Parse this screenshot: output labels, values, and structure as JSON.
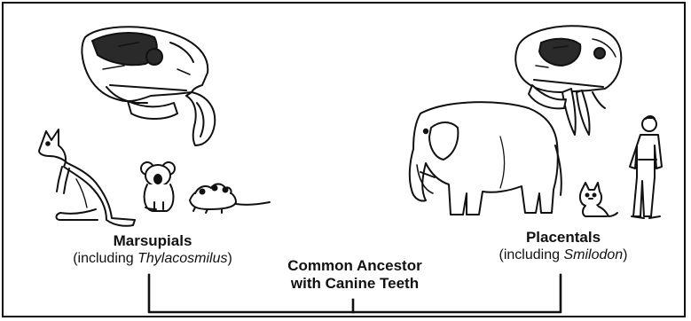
{
  "marsupials": {
    "title": "Marsupials",
    "sub_prefix": "(including ",
    "sub_taxon": "Thylacosmilus",
    "sub_suffix": ")"
  },
  "placentals": {
    "title": "Placentals",
    "sub_prefix": "(including ",
    "sub_taxon": "Smilodon",
    "sub_suffix": ")"
  },
  "ancestor": {
    "line1": "Common Ancestor",
    "line2": "with Canine Teeth"
  },
  "colors": {
    "ink": "#111111",
    "paper": "#ffffff",
    "shade": "#2a2a2a"
  },
  "icons": [
    "thylacosmilus-skull-icon",
    "kangaroo-icon",
    "koala-icon",
    "opossum-icon",
    "smilodon-skull-icon",
    "elephant-icon",
    "cat-icon",
    "human-icon"
  ]
}
